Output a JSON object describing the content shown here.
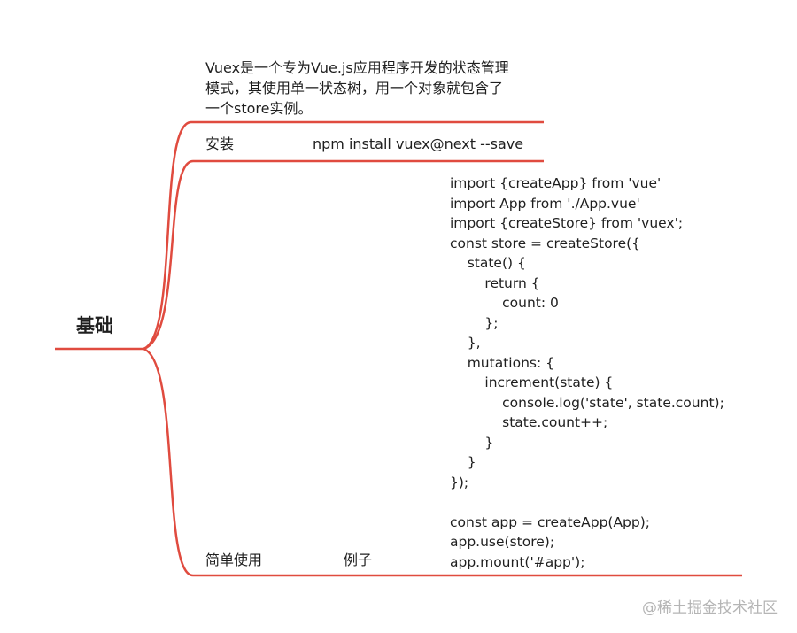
{
  "root": {
    "title": "基础"
  },
  "description": {
    "lines": [
      "Vuex是一个专为Vue.js应用程序开发的状态管理",
      "模式，其使用单一状态树，用一个对象就包含了",
      "一个store实例。"
    ]
  },
  "install": {
    "label": "安装",
    "command": "npm install vuex@next --save"
  },
  "usage": {
    "label": "简单使用",
    "example_label": "例子",
    "code_lines": [
      "import {createApp} from 'vue'",
      "import App from './App.vue'",
      "import {createStore} from 'vuex';",
      "const store = createStore({",
      "    state() {",
      "        return {",
      "            count: 0",
      "        };",
      "    },",
      "    mutations: {",
      "        increment(state) {",
      "            console.log('state', state.count);",
      "            state.count++;",
      "        }",
      "    }",
      "});",
      "",
      "const app = createApp(App);",
      "app.use(store);",
      "app.mount('#app');"
    ]
  },
  "watermark": "@稀土掘金技术社区",
  "colors": {
    "branch": "#e04b3f",
    "text": "#1f1f1f",
    "watermark": "#b5b5b5"
  }
}
